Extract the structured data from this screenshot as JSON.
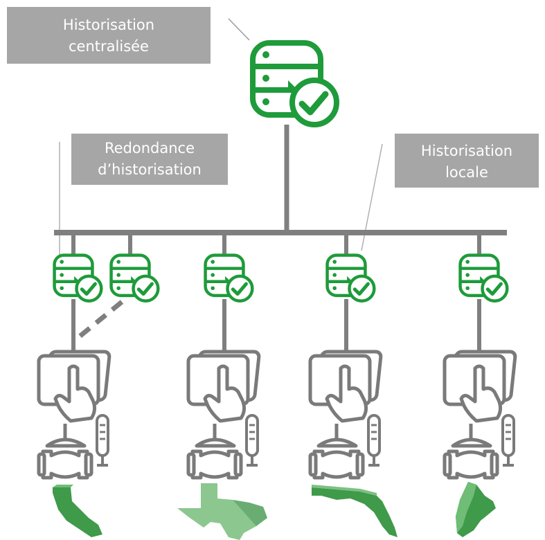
{
  "labels": {
    "central": {
      "line1": "Historisation",
      "line2": "centralisée"
    },
    "redundancy": {
      "line1": "Redondance",
      "line2": "d’historisation"
    },
    "local": {
      "line1": "Historisation",
      "line2": "locale"
    }
  },
  "colors": {
    "accent_green": "#1e9b3a",
    "wire_gray": "#7f7f7f",
    "device_gray": "#7a7a7a",
    "label_bg": "#a6a6a6",
    "label_text": "#ffffff",
    "map_green_light": "#8cc78f",
    "map_green_dark": "#3f9a4a"
  },
  "icons": {
    "central_server": "database-sync-icon",
    "local_server": "database-sync-icon",
    "hmi": "touch-panel-icon",
    "valve": "valve-icon",
    "sensor": "thermometer-sensor-icon",
    "region_maps": [
      "california-map",
      "texas-map",
      "florida-map",
      "maine-map"
    ]
  }
}
